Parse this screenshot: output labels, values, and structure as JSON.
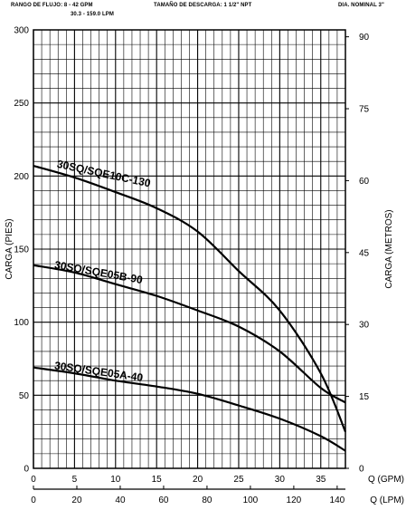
{
  "header": {
    "flow_range_label": "RANGO DE FLUJO: 8 - 42 GPM",
    "flow_range_lpm": "30.3 - 159.0 LPM",
    "discharge_size": "TAMAÑO DE DESCARGA: 1 1/2\" NPT",
    "nominal_dia": "DIA. NOMINAL 3\""
  },
  "chart_data": {
    "type": "line",
    "title": "",
    "ylabel": "CARGA (PIES)",
    "ylabel_right": "CARGA (METROS)",
    "xlabel": "Q (GPM)",
    "xlabel_secondary": "Q (LPM)",
    "xlim": [
      0,
      38
    ],
    "ylim": [
      0,
      300
    ],
    "xlim_secondary": [
      0,
      143.8
    ],
    "ylim_right": [
      0,
      91.44
    ],
    "x_ticks": [
      0,
      5,
      10,
      15,
      20,
      25,
      30,
      35
    ],
    "x_ticks_secondary": [
      0,
      20,
      40,
      60,
      80,
      100,
      120,
      140
    ],
    "y_ticks": [
      0,
      50,
      100,
      150,
      200,
      250,
      300
    ],
    "y_ticks_right": [
      0,
      15,
      30,
      45,
      60,
      75,
      90
    ],
    "grid": true,
    "series": [
      {
        "name": "30SQ/SQE10C-130",
        "x": [
          0,
          5,
          10,
          15,
          20,
          25,
          30,
          35,
          38
        ],
        "y": [
          207,
          199,
          189,
          178,
          162,
          135,
          108,
          65,
          25
        ]
      },
      {
        "name": "30SQ/SQE05B-90",
        "x": [
          0,
          5,
          10,
          15,
          20,
          25,
          30,
          35,
          38
        ],
        "y": [
          139,
          134,
          126,
          118,
          108,
          97,
          80,
          55,
          45
        ]
      },
      {
        "name": "30SQ/SQE05A-40",
        "x": [
          0,
          5,
          10,
          15,
          20,
          25,
          30,
          35,
          38
        ],
        "y": [
          69,
          65,
          60,
          56,
          51,
          43,
          34,
          22,
          12
        ]
      }
    ]
  }
}
